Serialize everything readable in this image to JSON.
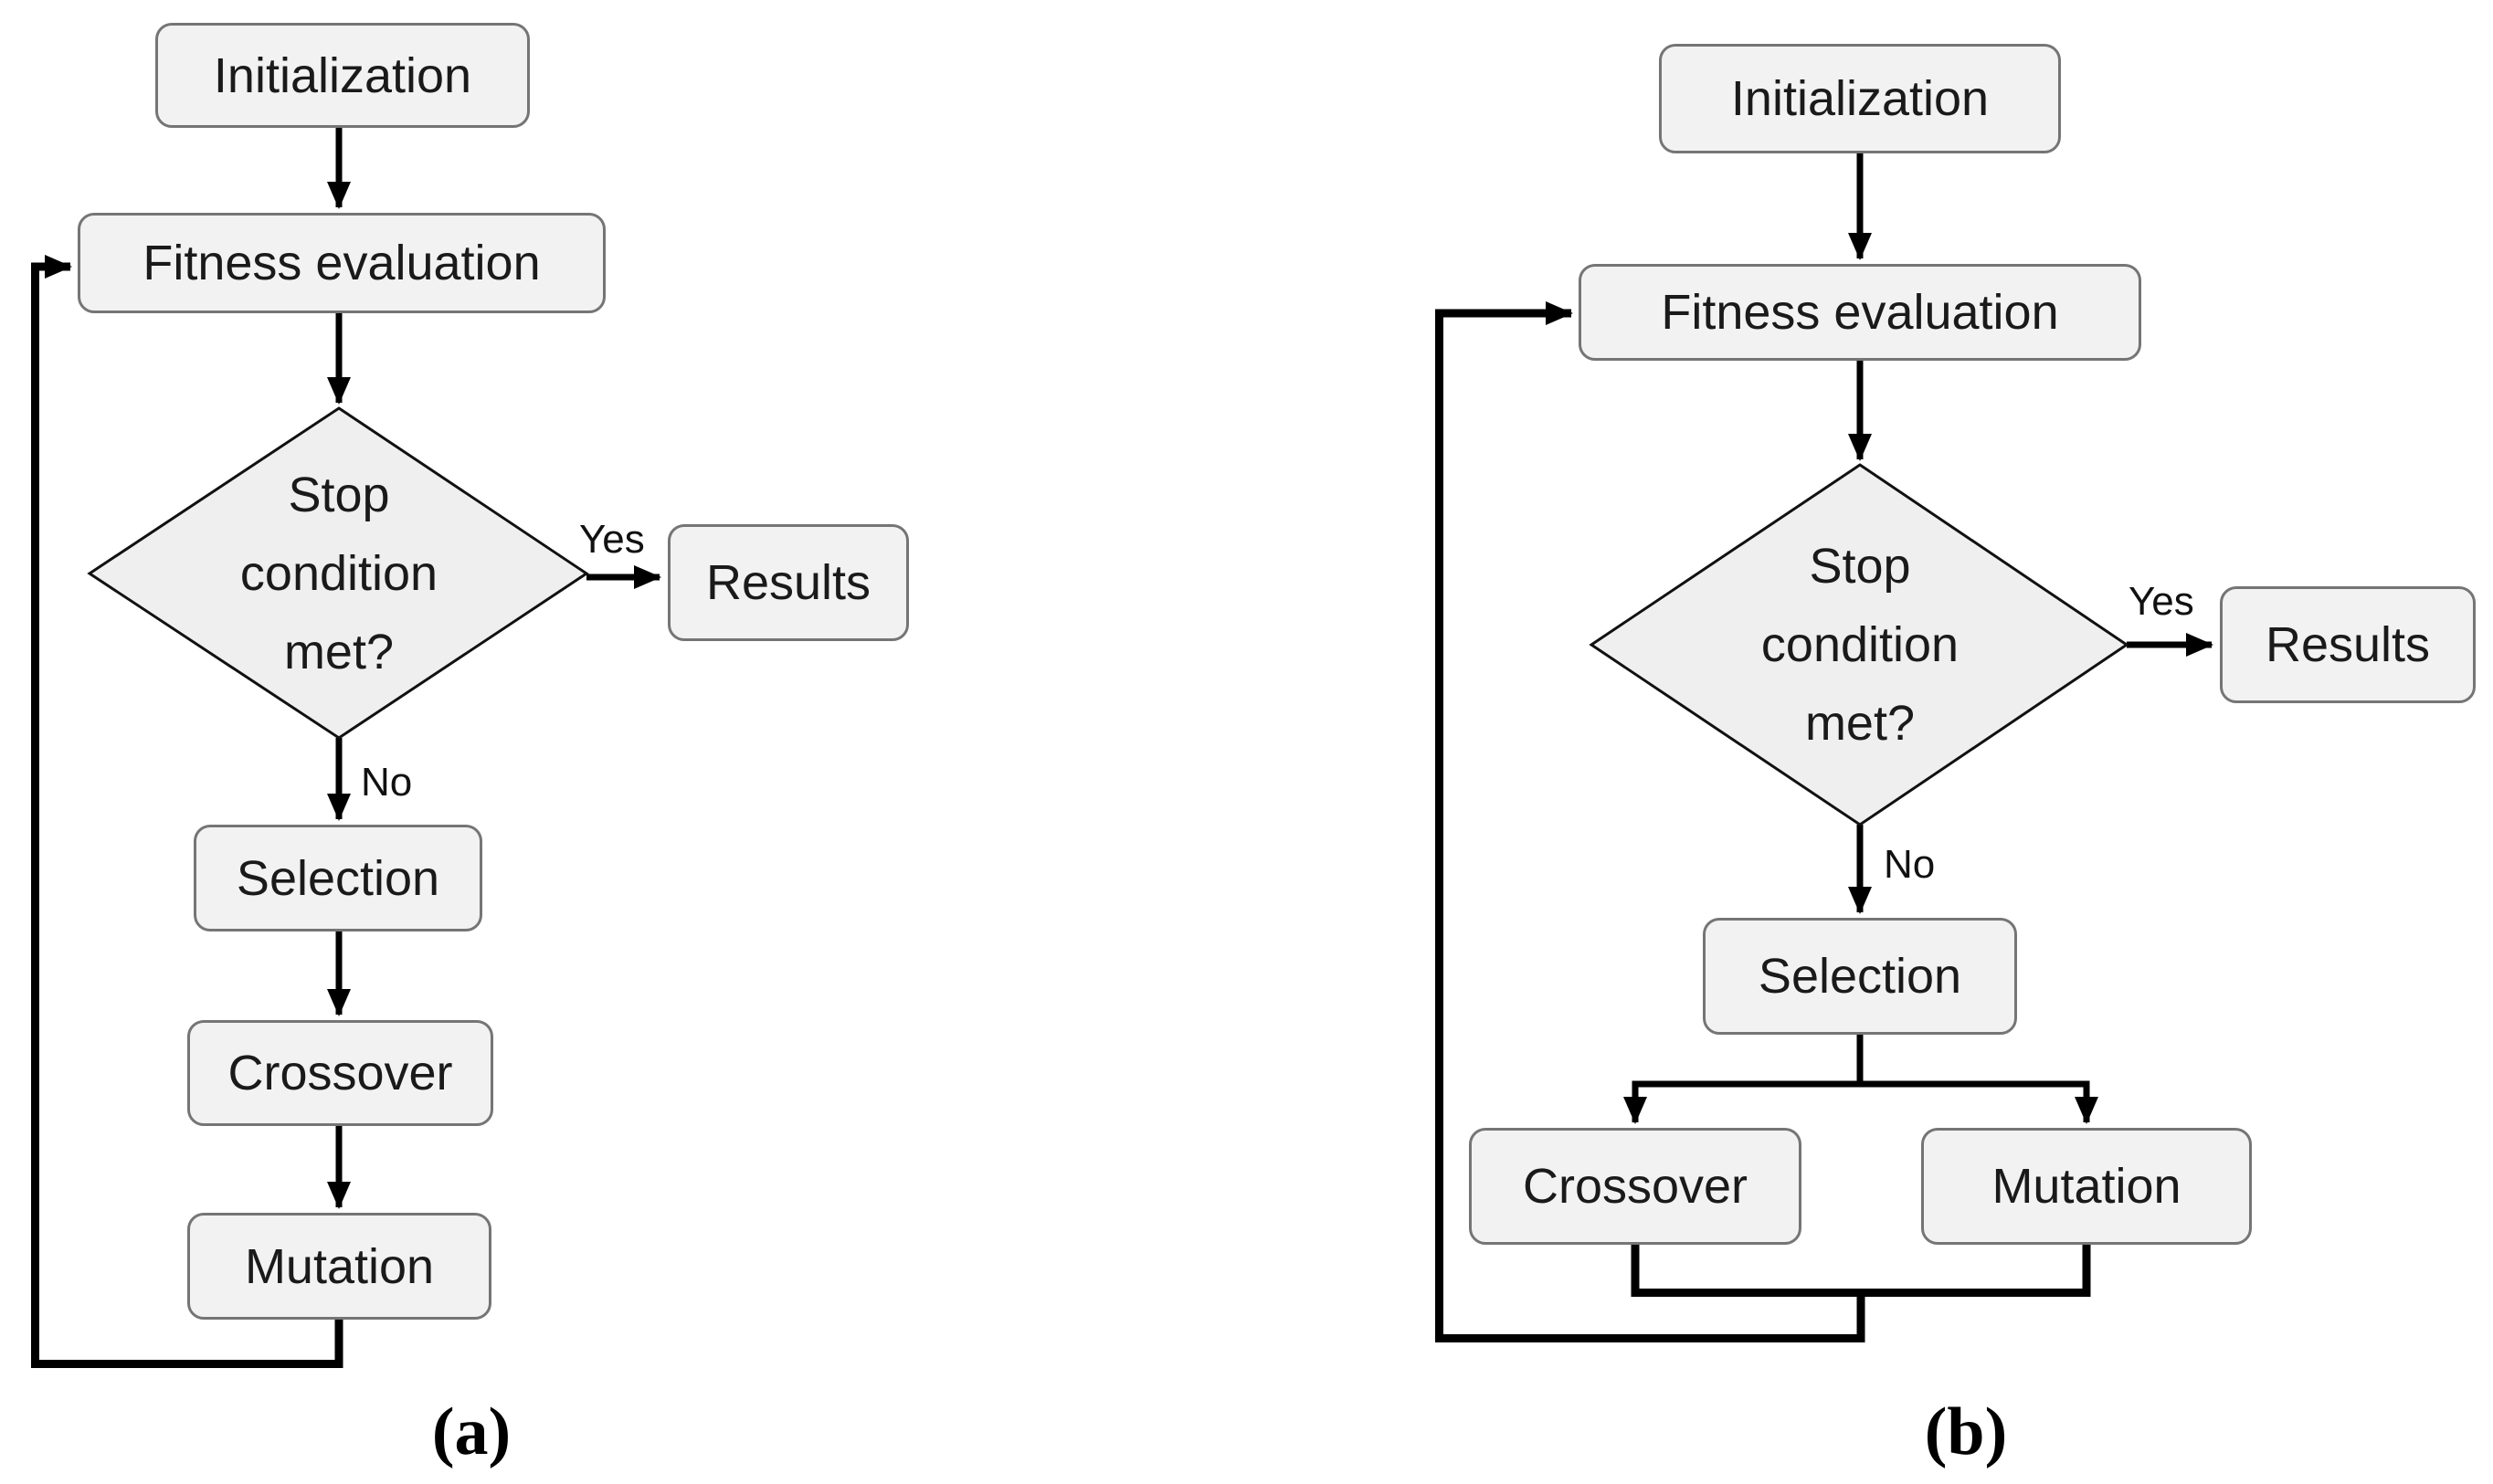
{
  "figure": {
    "description": "Two genetic-algorithm flowcharts",
    "colors": {
      "node_fill": "#f2f2f2",
      "node_border": "#757575",
      "diamond_fill": "#efefef",
      "line": "#000000",
      "text": "#1a1a1a"
    },
    "panels": [
      {
        "id": "a",
        "caption": "(a)",
        "nodes": {
          "initialization": "Initialization",
          "fitness": "Fitness evaluation",
          "decision": "Stop\ncondition\nmet?",
          "results": "Results",
          "selection": "Selection",
          "crossover": "Crossover",
          "mutation": "Mutation"
        },
        "edge_labels": {
          "yes": "Yes",
          "no": "No"
        }
      },
      {
        "id": "b",
        "caption": "(b)",
        "nodes": {
          "initialization": "Initialization",
          "fitness": "Fitness evaluation",
          "decision": "Stop\ncondition\nmet?",
          "results": "Results",
          "selection": "Selection",
          "crossover": "Crossover",
          "mutation": "Mutation"
        },
        "edge_labels": {
          "yes": "Yes",
          "no": "No"
        }
      }
    ]
  }
}
